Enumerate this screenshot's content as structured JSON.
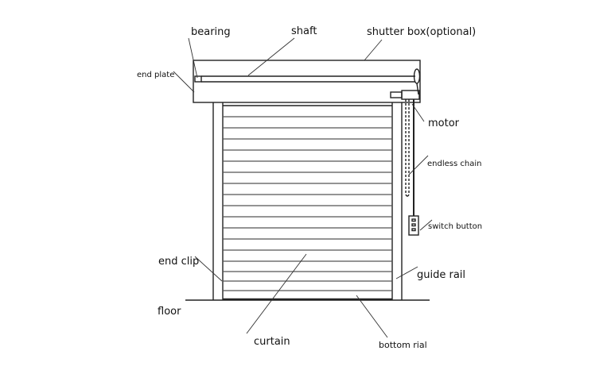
{
  "diagram": {
    "type": "rolling shutter door component diagram",
    "labels": {
      "bearing": "bearing",
      "shaft": "shaft",
      "shutter_box": "shutter box(optional)",
      "end_plate": "end plate",
      "motor": "motor",
      "endless_chain": "endless chain",
      "switch_button": "switch button",
      "end_clip": "end clip",
      "guide_rail": "guide rail",
      "floor": "floor",
      "curtain": "curtain",
      "bottom_rail": "bottom rial"
    },
    "colors": {
      "line": "#222222",
      "leader": "#333333",
      "background": "#ffffff"
    },
    "slat_count": 18
  }
}
